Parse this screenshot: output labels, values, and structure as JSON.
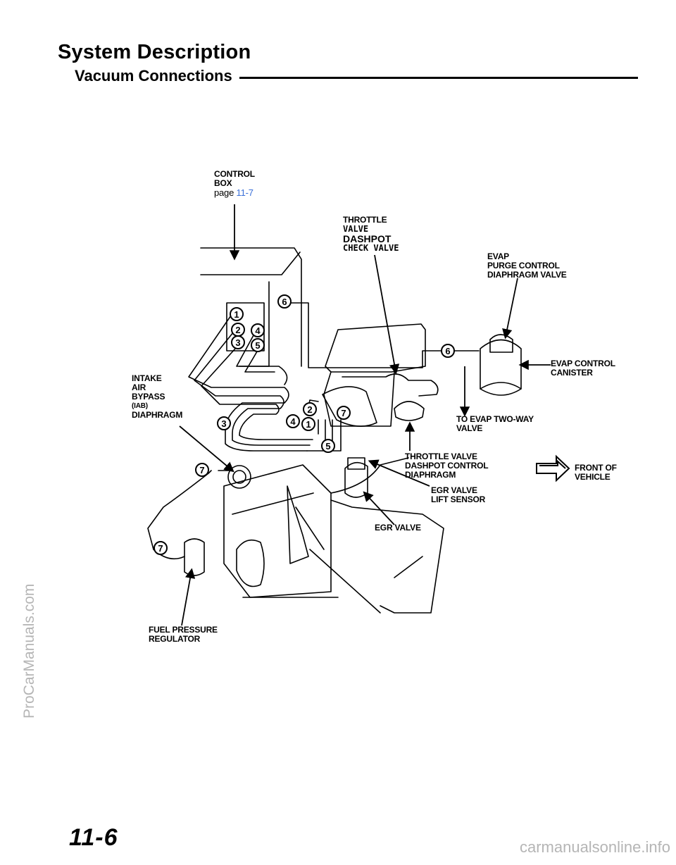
{
  "header": {
    "title": "System Description",
    "subtitle": "Vacuum Connections"
  },
  "labels": {
    "control_box_1": "CONTROL",
    "control_box_2": "BOX",
    "page_ref_prefix": "page",
    "page_ref_link": "11-7",
    "throttle_valve_1": "THROTTLE",
    "throttle_valve_2": "VALVE",
    "dashpot_1": "DASHPOT",
    "dashpot_2": "CHECK VALVE",
    "evap_purge_1": "EVAP",
    "evap_purge_2": "PURGE  CONTROL",
    "evap_purge_3": "DIAPHRAGM  VALVE",
    "evap_canister_1": "EVAP CONTROL",
    "evap_canister_2": "CANISTER",
    "iab_1": "INTAKE",
    "iab_2": "AIR",
    "iab_3": "BYPASS",
    "iab_4": "(IAB)",
    "iab_5": "DIAPHRAGM",
    "two_way_1": "TO  EVAP TWO-WAY",
    "two_way_2": "VALVE",
    "tv_dashpot_1": "THROTTLE  VALVE",
    "tv_dashpot_2": "DASHPOT  CONTROL",
    "tv_dashpot_3": "DIAPHRAGM",
    "front_1": "FRONT OF",
    "front_2": "VEHICLE",
    "egr_lift_1": "EGR VALVE",
    "egr_lift_2": "LIFT SENSOR",
    "egr_valve": "EGR VALVE",
    "fuel_reg_1": "FUEL PRESSURE",
    "fuel_reg_2": "REGULATOR"
  },
  "hose_numbers": [
    "1",
    "2",
    "3",
    "4",
    "5",
    "6",
    "7"
  ],
  "footer": {
    "page_number": "11-6",
    "side_watermark": "ProCarManuals.com",
    "bottom_watermark": "carmanualsonline.info"
  }
}
